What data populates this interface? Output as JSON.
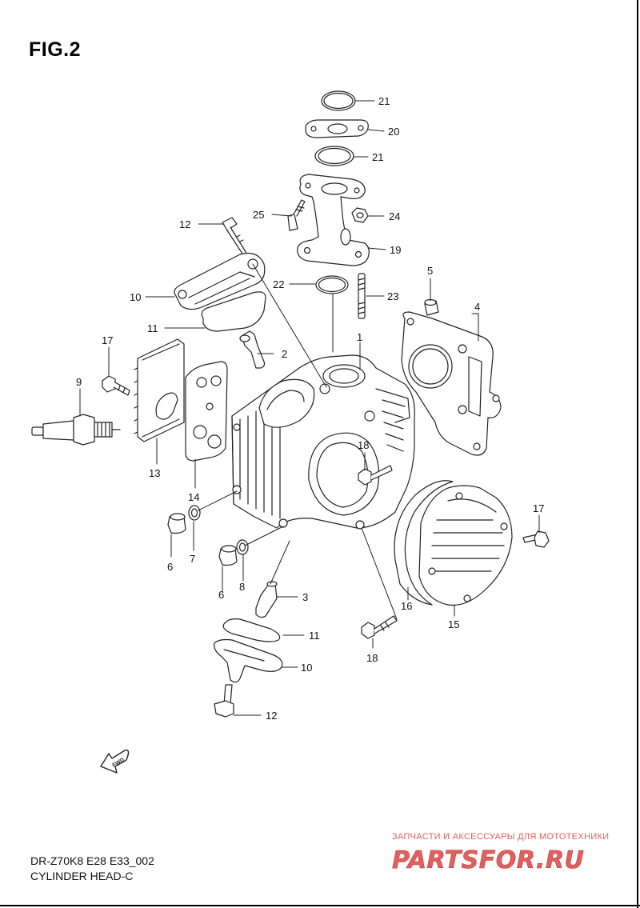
{
  "figure": {
    "title": "FIG.2"
  },
  "callouts": [
    {
      "number": "21"
    },
    {
      "number": "20"
    },
    {
      "number": "21"
    },
    {
      "number": "25"
    },
    {
      "number": "24"
    },
    {
      "number": "19"
    },
    {
      "number": "12"
    },
    {
      "number": "5"
    },
    {
      "number": "4"
    },
    {
      "number": "22"
    },
    {
      "number": "23"
    },
    {
      "number": "10"
    },
    {
      "number": "11"
    },
    {
      "number": "1"
    },
    {
      "number": "17"
    },
    {
      "number": "2"
    },
    {
      "number": "9"
    },
    {
      "number": "18"
    },
    {
      "number": "13"
    },
    {
      "number": "14"
    },
    {
      "number": "17"
    },
    {
      "number": "6"
    },
    {
      "number": "7"
    },
    {
      "number": "6"
    },
    {
      "number": "8"
    },
    {
      "number": "3"
    },
    {
      "number": "16"
    },
    {
      "number": "15"
    },
    {
      "number": "11"
    },
    {
      "number": "18"
    },
    {
      "number": "10"
    },
    {
      "number": "12"
    }
  ],
  "fwd_badge": "FWD",
  "footer": {
    "model_code": "DR-Z70K8 E28 E33_002",
    "section_name": "CYLINDER HEAD-C"
  },
  "watermark": {
    "tagline": "ЗАПЧАСТИ И АКСЕССУАРЫ ДЛЯ МОТОТЕХНИКИ",
    "logo_text": "PARTSFOR.RU",
    "color": "#e06060"
  }
}
